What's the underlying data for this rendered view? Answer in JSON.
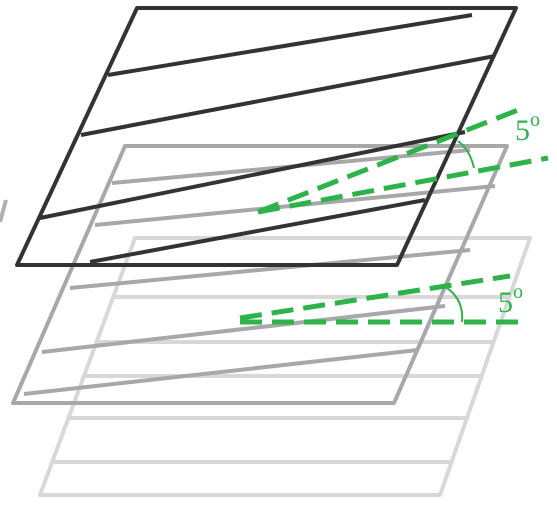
{
  "diagram": {
    "angle_labels": [
      {
        "text": "5",
        "unit": "o"
      },
      {
        "text": "5",
        "unit": "o"
      }
    ],
    "colors": {
      "layer_bottom": "#d8d8d8",
      "layer_middle": "#a8a8a8",
      "layer_top": "#333333",
      "guide": "#2db34a",
      "label": "#2db34a"
    }
  }
}
